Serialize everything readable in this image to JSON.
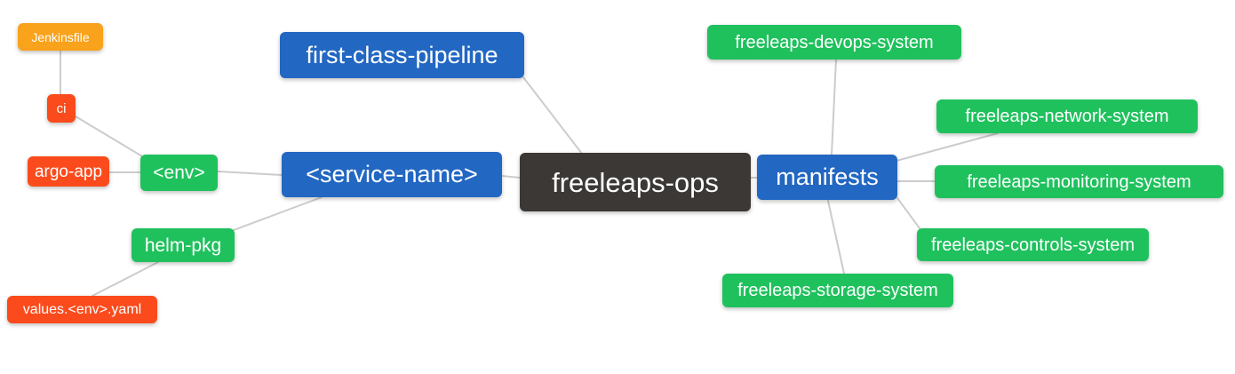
{
  "palette": {
    "blue": "#2267c2",
    "green": "#1fc15d",
    "orange": "#f9a21b",
    "red": "#fb4b1c",
    "dark": "#3b3836",
    "edge_line": "#cccccc",
    "node_text": "#ffffff",
    "background": "#ffffff"
  },
  "nodes": {
    "jenkinsfile": {
      "label": "Jenkinsfile",
      "color": "orange"
    },
    "ci": {
      "label": "ci",
      "color": "red"
    },
    "argo_app": {
      "label": "argo-app",
      "color": "red"
    },
    "env": {
      "label": "<env>",
      "color": "green"
    },
    "helm_pkg": {
      "label": "helm-pkg",
      "color": "green"
    },
    "values_env_yaml": {
      "label": "values.<env>.yaml",
      "color": "red"
    },
    "first_class_pipeline": {
      "label": "first-class-pipeline",
      "color": "blue"
    },
    "service_name": {
      "label": "<service-name>",
      "color": "blue"
    },
    "freeleaps_ops": {
      "label": "freeleaps-ops",
      "color": "dark"
    },
    "manifests": {
      "label": "manifests",
      "color": "blue"
    },
    "devops_system": {
      "label": "freeleaps-devops-system",
      "color": "green"
    },
    "network_system": {
      "label": "freeleaps-network-system",
      "color": "green"
    },
    "monitoring_system": {
      "label": "freeleaps-monitoring-system",
      "color": "green"
    },
    "controls_system": {
      "label": "freeleaps-controls-system",
      "color": "green"
    },
    "storage_system": {
      "label": "freeleaps-storage-system",
      "color": "green"
    }
  },
  "edges": [
    {
      "from": "jenkinsfile",
      "to": "ci"
    },
    {
      "from": "ci",
      "to": "env"
    },
    {
      "from": "argo_app",
      "to": "env"
    },
    {
      "from": "env",
      "to": "service_name"
    },
    {
      "from": "helm_pkg",
      "to": "service_name"
    },
    {
      "from": "helm_pkg",
      "to": "values_env_yaml"
    },
    {
      "from": "service_name",
      "to": "freeleaps_ops"
    },
    {
      "from": "first_class_pipeline",
      "to": "freeleaps_ops"
    },
    {
      "from": "freeleaps_ops",
      "to": "manifests"
    },
    {
      "from": "manifests",
      "to": "devops_system"
    },
    {
      "from": "manifests",
      "to": "network_system"
    },
    {
      "from": "manifests",
      "to": "monitoring_system"
    },
    {
      "from": "manifests",
      "to": "controls_system"
    },
    {
      "from": "manifests",
      "to": "storage_system"
    }
  ]
}
